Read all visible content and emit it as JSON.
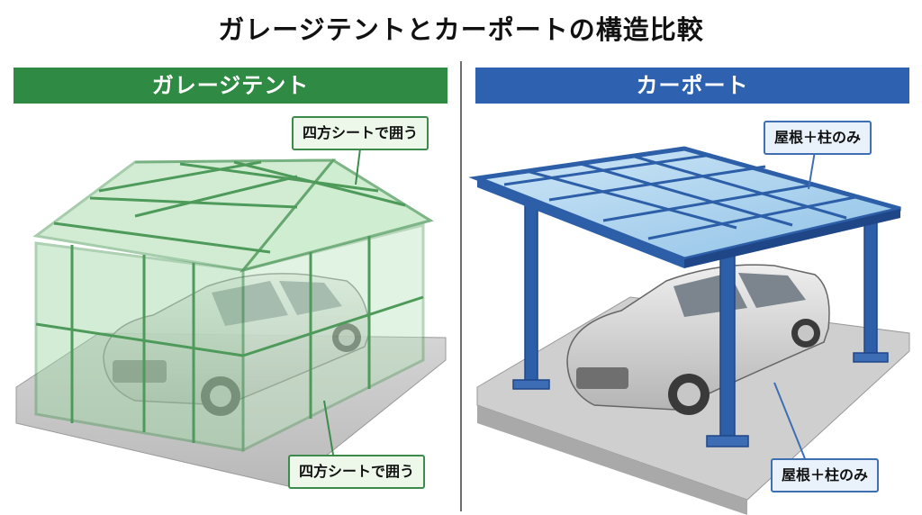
{
  "title": "ガレージテントとカーポートの構造比較",
  "left": {
    "header": "ガレージテント",
    "callout_top": "四方シートで囲う",
    "callout_bottom": "四方シートで囲う"
  },
  "right": {
    "header": "カーポート",
    "callout_top": "屋根＋柱のみ",
    "callout_bottom": "屋根＋柱のみ"
  },
  "colors": {
    "green": "#2f8a43",
    "blue": "#2e62b0",
    "tent_frame": "#4e9a5a",
    "carport_frame": "#2d5fa8"
  }
}
